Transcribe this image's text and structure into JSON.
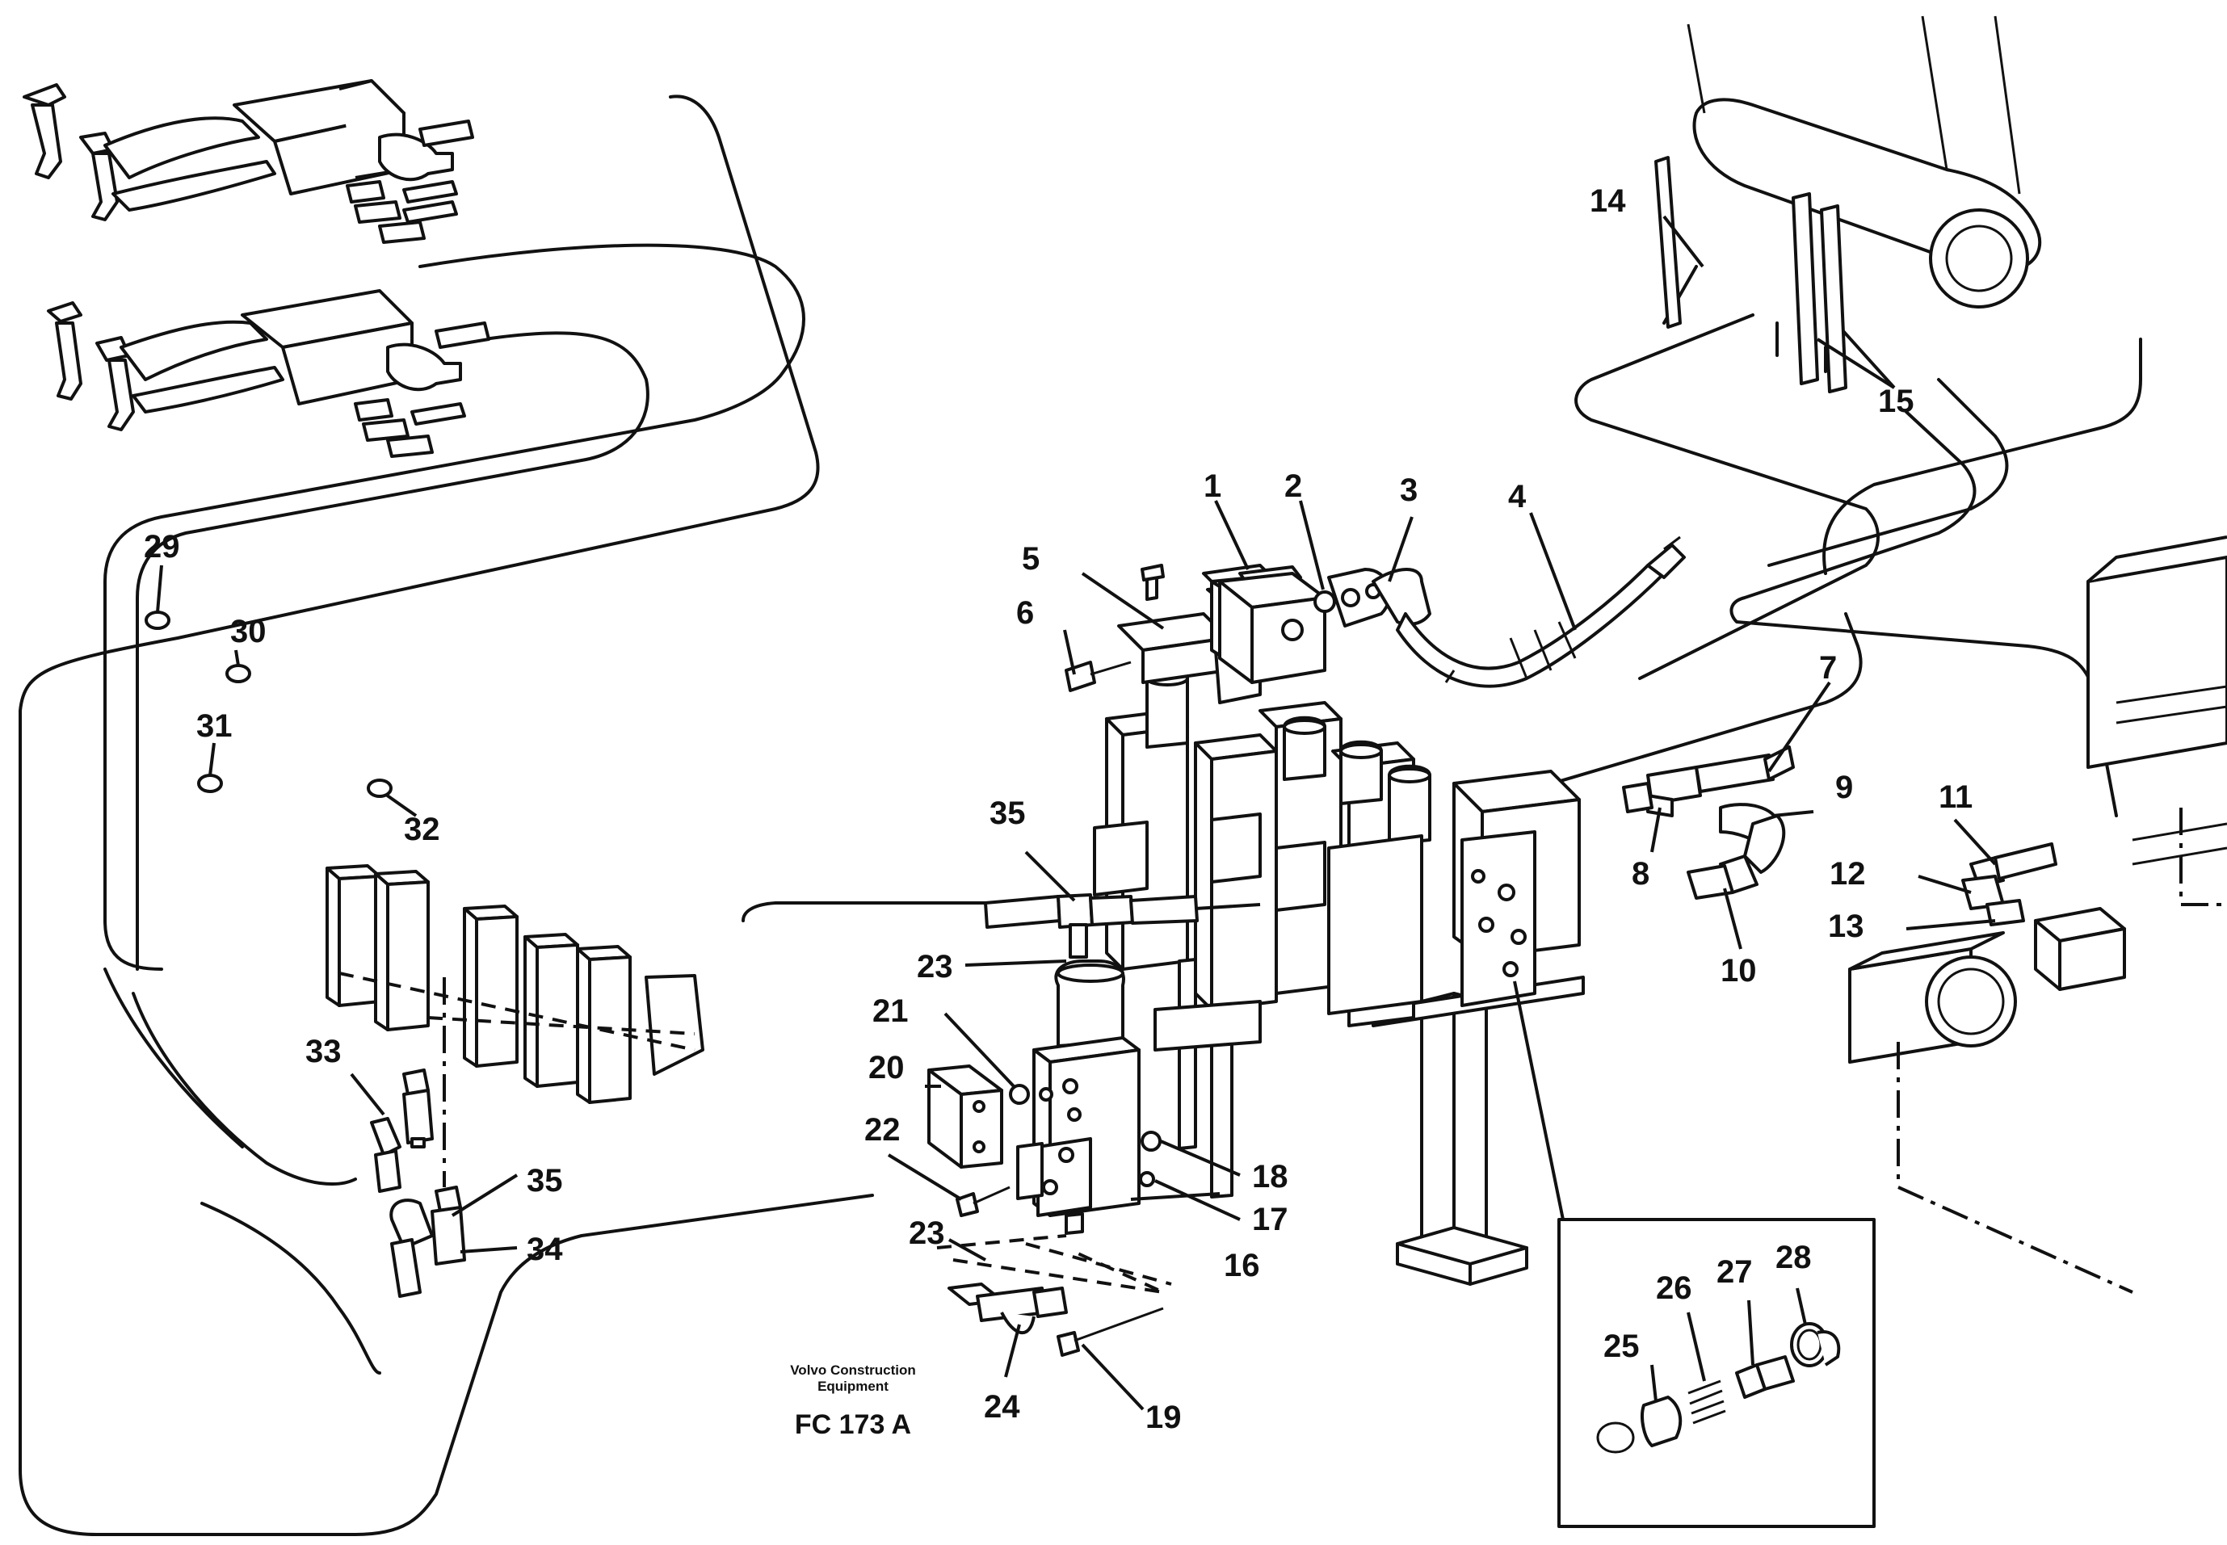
{
  "callouts": {
    "n1": "1",
    "n2": "2",
    "n3": "3",
    "n4": "4",
    "n5": "5",
    "n6": "6",
    "n7": "7",
    "n8": "8",
    "n9": "9",
    "n10": "10",
    "n11": "11",
    "n12": "12",
    "n13": "13",
    "n14": "14",
    "n15": "15",
    "n16": "16",
    "n17": "17",
    "n18": "18",
    "n19": "19",
    "n20": "20",
    "n21": "21",
    "n22": "22",
    "n23a": "23",
    "n23b": "23",
    "n24": "24",
    "n25": "25",
    "n26": "26",
    "n27": "27",
    "n28": "28",
    "n29": "29",
    "n30": "30",
    "n31": "31",
    "n32": "32",
    "n33": "33",
    "n34": "34",
    "n35a": "35",
    "n35b": "35"
  },
  "caption": {
    "brand_line1": "Volvo Construction",
    "brand_line2": "Equipment",
    "figure_code": "FC 173 A"
  }
}
